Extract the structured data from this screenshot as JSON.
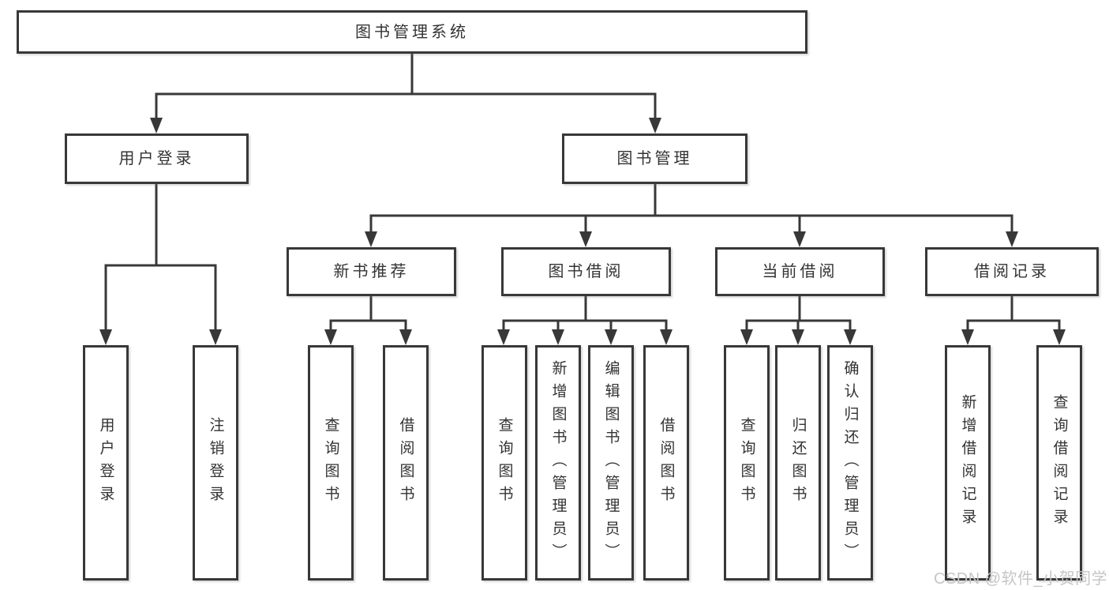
{
  "title": "图书管理系统",
  "nodes": {
    "root": "图书管理系统",
    "level2": [
      "用户登录",
      "图书管理"
    ],
    "level3": [
      "新书推荐",
      "图书借阅",
      "当前借阅",
      "借阅记录"
    ],
    "leaves": [
      "用户登录",
      "注销登录",
      "查询图书",
      "借阅图书",
      "查询图书",
      "新增图书（管理员）",
      "编辑图书（管理员）",
      "借阅图书",
      "查询图书",
      "归还图书",
      "确认归还（管理员）",
      "新增借阅记录",
      "查询借阅记录"
    ]
  },
  "watermark": {
    "text": "CSDN @软件_小贺同学"
  },
  "colors": {
    "line": "#383838",
    "text": "#333333",
    "background": "#ffffff",
    "watermark": "#c6c6c6"
  }
}
